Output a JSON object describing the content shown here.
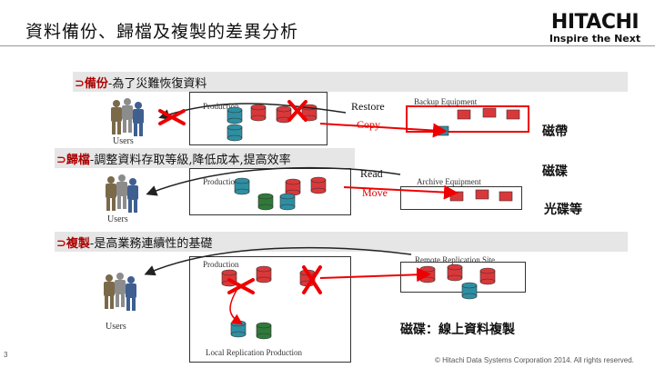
{
  "header": {
    "title": "資料備份、歸檔及複製的差異分析",
    "logo_brand": "HITACHI",
    "logo_tagline": "Inspire the Next"
  },
  "sections": [
    {
      "keyword": "備份",
      "text": "-為了災難恢復資料"
    },
    {
      "keyword": "歸檔",
      "text": "-調整資料存取等級,降低成本,提高效率"
    },
    {
      "keyword": "複製",
      "text": "-是高業務連續性的基礎"
    }
  ],
  "labels": {
    "production": "Production",
    "users": "Users",
    "restore": "Restore",
    "copy": "Copy",
    "read": "Read",
    "move": "Move",
    "backup_equipment": "Backup Equipment",
    "archive_equipment": "Archive Equipment",
    "remote_replication": "Remote Replication Site",
    "local_replication": "Local Replication Production"
  },
  "side_notes": {
    "tape": "磁帶",
    "disk": "磁碟",
    "optical": "光碟等",
    "online_replication": "磁碟：線上資料複製"
  },
  "footer": {
    "page_number": "3",
    "copyright": "© Hitachi Data Systems Corporation 2014. All rights reserved."
  },
  "colors": {
    "disk_red": "#d9383a",
    "disk_teal": "#2e8fa3",
    "disk_green": "#2f7a3a",
    "arrow_red": "#e00000",
    "band_gray": "#e6e6e6"
  }
}
